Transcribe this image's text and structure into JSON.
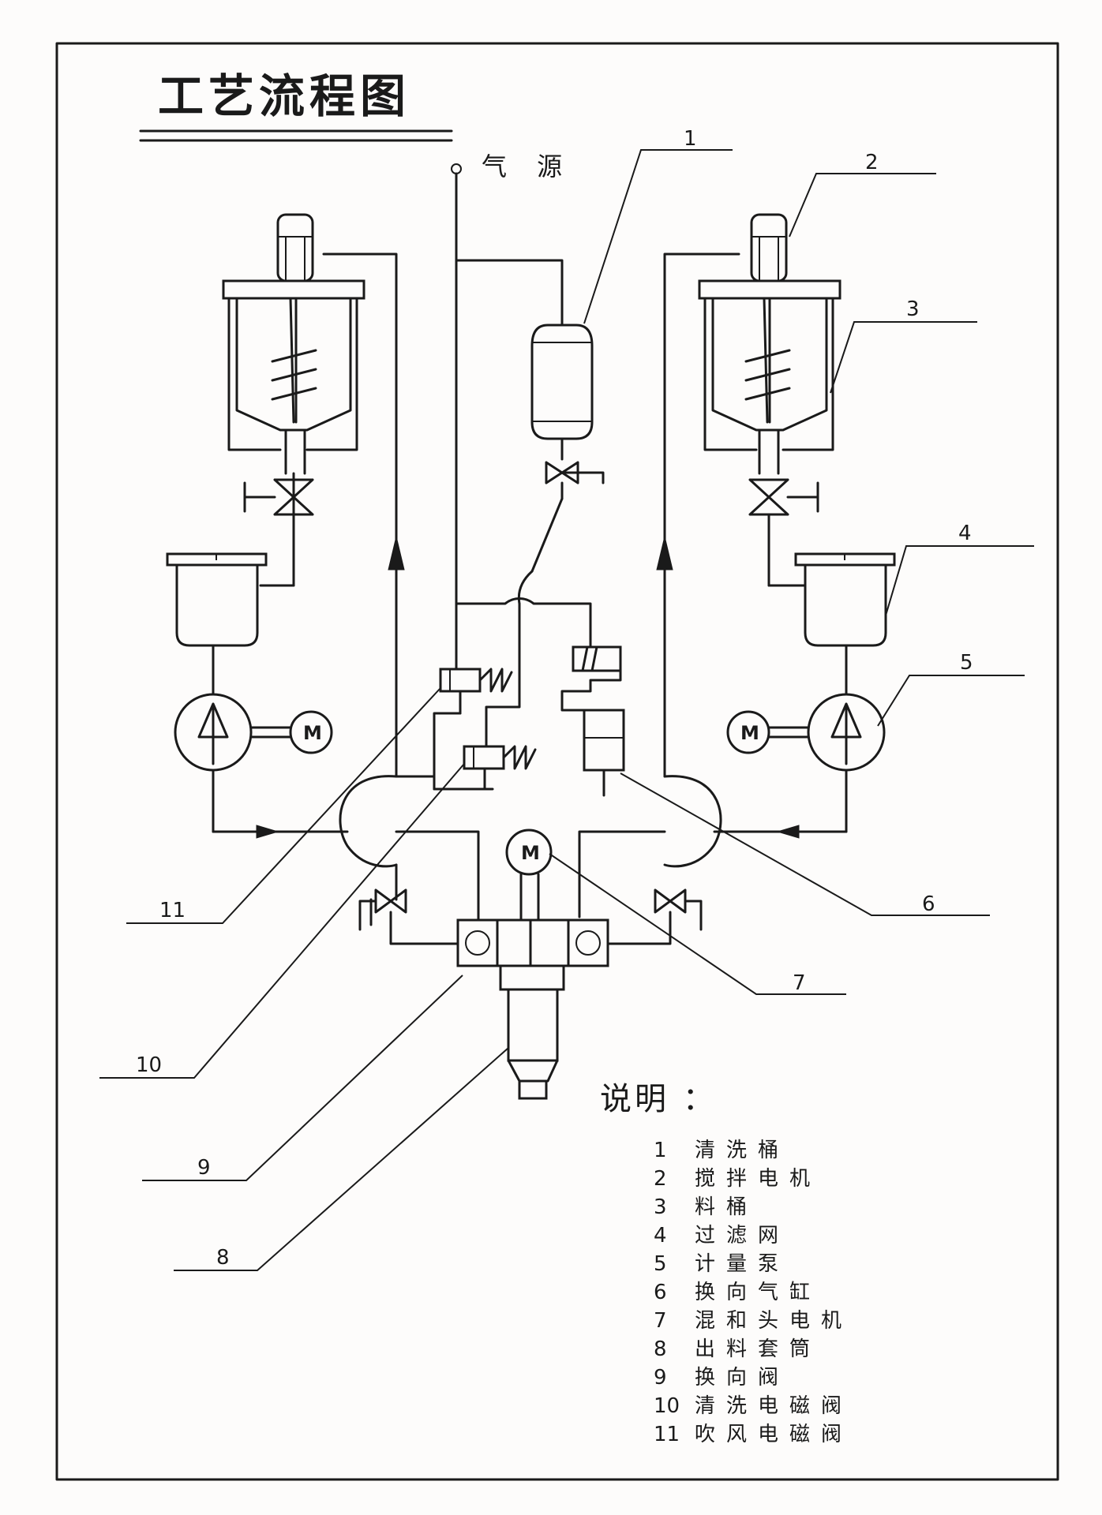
{
  "title": "工艺流程图",
  "air_source_label": "气 源",
  "motor_label": "M",
  "callouts": {
    "c1": "1",
    "c2": "2",
    "c3": "3",
    "c4": "4",
    "c5": "5",
    "c6": "6",
    "c7": "7",
    "c8": "8",
    "c9": "9",
    "c10": "10",
    "c11": "11"
  },
  "legend": {
    "title": "说明 ：",
    "items": [
      {
        "num": "1",
        "text": "清洗桶"
      },
      {
        "num": "2",
        "text": "搅拌电机"
      },
      {
        "num": "3",
        "text": "料桶"
      },
      {
        "num": "4",
        "text": "过滤网"
      },
      {
        "num": "5",
        "text": "计量泵"
      },
      {
        "num": "6",
        "text": "换向气缸"
      },
      {
        "num": "7",
        "text": "混和头电机"
      },
      {
        "num": "8",
        "text": "出料套筒"
      },
      {
        "num": "9",
        "text": "换向阀"
      },
      {
        "num": "10",
        "text": "清洗电磁阀"
      },
      {
        "num": "11",
        "text": "吹风电磁阀"
      }
    ]
  }
}
